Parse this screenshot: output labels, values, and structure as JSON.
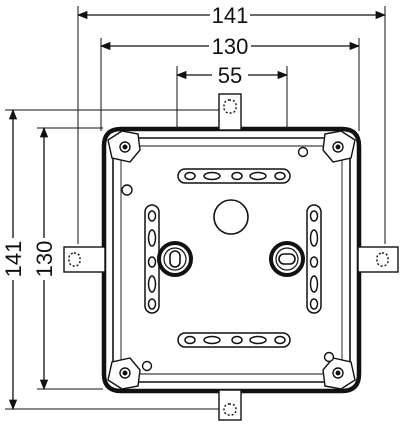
{
  "dimensions": {
    "overall_width": "141",
    "inner_width": "130",
    "entry_spacing": "55",
    "overall_height": "141",
    "inner_height": "130"
  },
  "colors": {
    "line": "#111111",
    "background": "#ffffff"
  }
}
